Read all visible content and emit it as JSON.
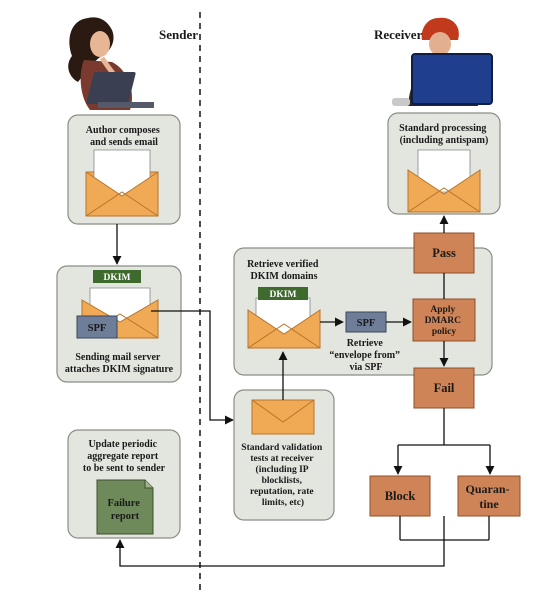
{
  "labels": {
    "sender": "Sender",
    "receiver": "Receiver",
    "author_composes": [
      "Author composes",
      "and sends email"
    ],
    "standard_processing": [
      "Standard processing",
      "(including antispam)"
    ],
    "sending_mail_server": [
      "Sending mail server",
      "attaches DKIM signature"
    ],
    "retrieve_verified": [
      "Retrieve verified",
      "DKIM domains"
    ],
    "retrieve_envelope": [
      "Retrieve",
      "“envelope from”",
      "via SPF"
    ],
    "apply_dmarc": [
      "Apply",
      "DMARC",
      "policy"
    ],
    "standard_validation": [
      "Standard validation",
      "tests at receiver",
      "(including IP",
      "blocklists,",
      "reputation, rate",
      "limits, etc)"
    ],
    "update_periodic": [
      "Update periodic",
      "aggregate report",
      "to be sent to sender"
    ],
    "failure_report": [
      "Failure",
      "report"
    ],
    "pass": "Pass",
    "fail": "Fail",
    "block": "Block",
    "quarantine": [
      "Quaran-",
      "tine"
    ],
    "dkim": "DKIM",
    "spf": "SPF"
  },
  "colors": {
    "panel_fill": "#e3e6df",
    "panel_stroke": "#8a8d86",
    "envelope": "#f0a955",
    "envelope_stroke": "#b8742a",
    "decision": "#cf8458",
    "decision_stroke": "#8f4e2a",
    "spf_fill": "#6e7e99",
    "dkim_fill": "#3f6a2e",
    "report_fill": "#6f8a5a"
  }
}
